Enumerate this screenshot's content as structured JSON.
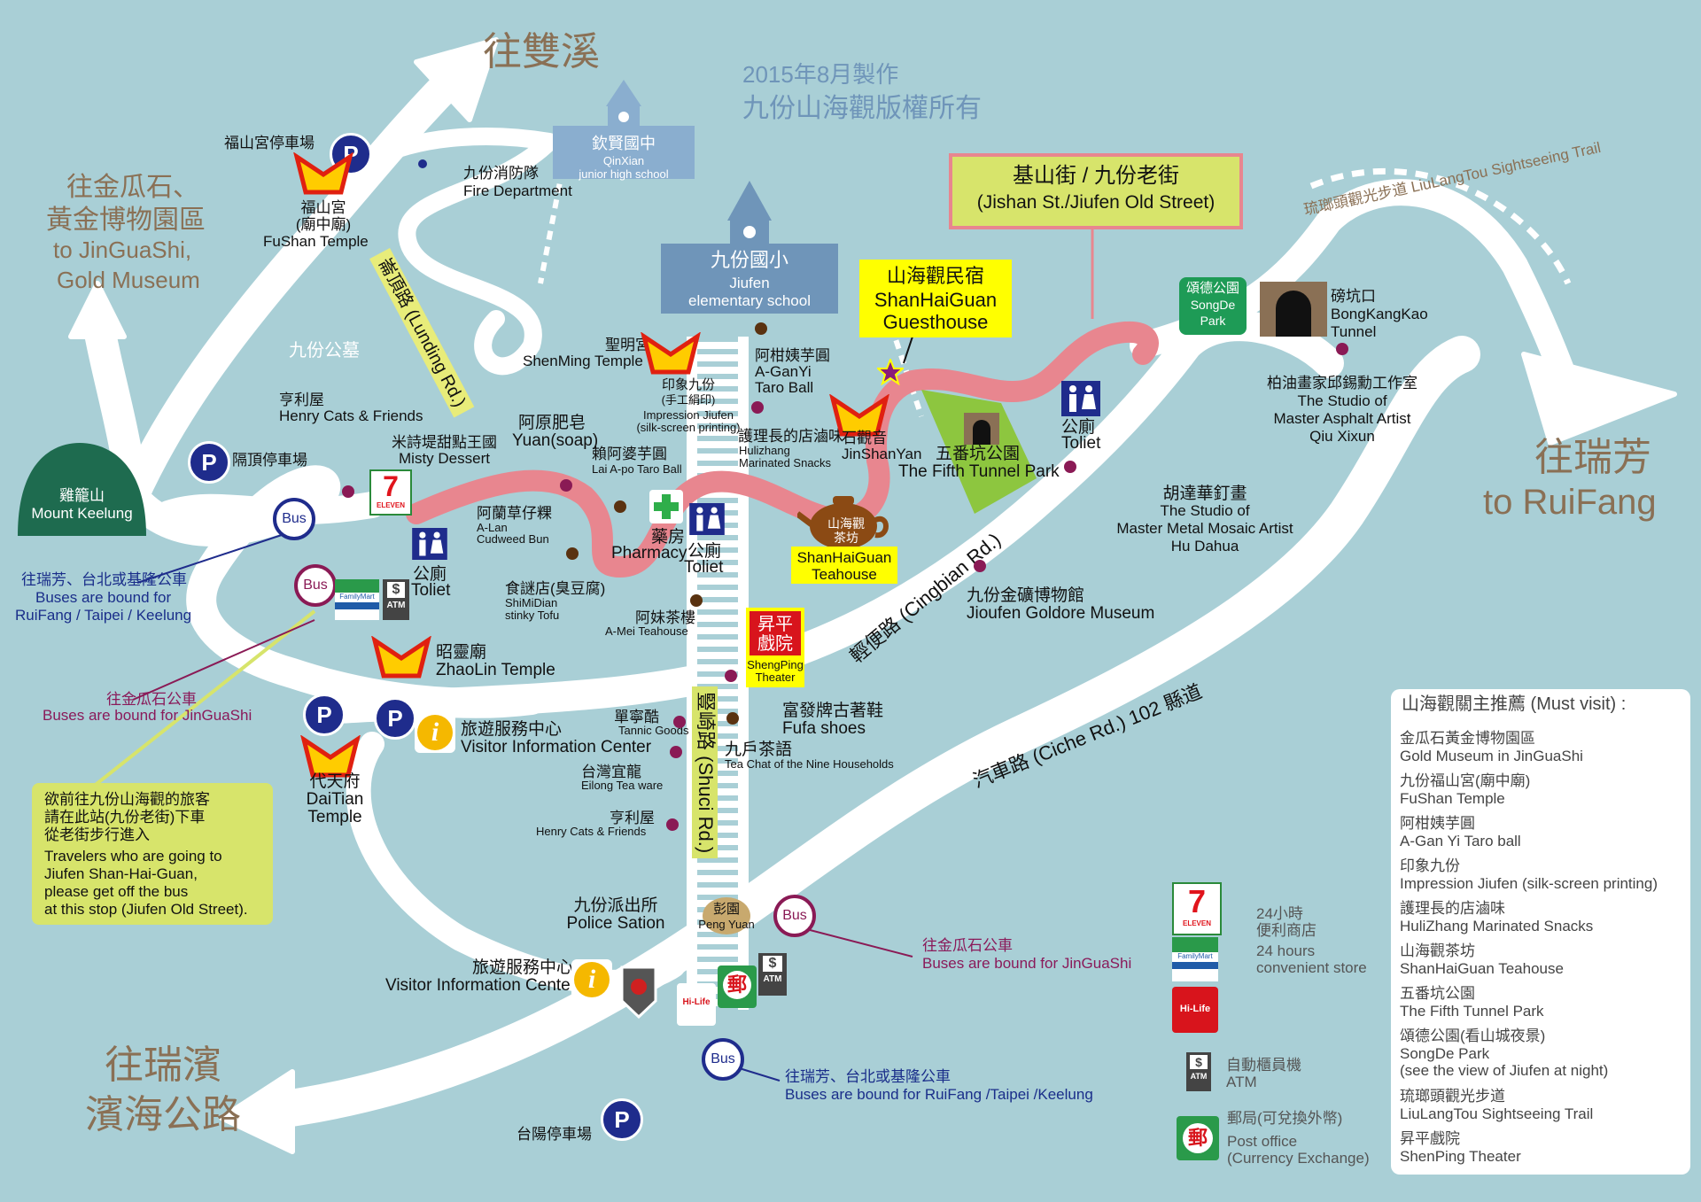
{
  "header": {
    "made_date": "2015年8月製作",
    "copyright": "九份山海觀版權所有"
  },
  "directions": {
    "shuangxi": "往雙溪",
    "jinguashi_zh1": "往金瓜石、",
    "jinguashi_zh2": "黃金博物園區",
    "jinguashi_en1": "to JinGuaShi,",
    "jinguashi_en2": "Gold Museum",
    "ruifang_zh": "往瑞芳",
    "ruifang_en": "to RuiFang",
    "ruibin_zh1": "往瑞濱",
    "ruibin_zh2": "濱海公路"
  },
  "roads": {
    "lunding": "崙頂路 (Lunding Rd.)",
    "shuci": "豎崎路 (Shuci Rd.)",
    "cingbian": "輕便路 (Cingbian Rd.)",
    "ciche": "汽車路 (Ciche Rd.) 102 縣道",
    "liulangtou": "琉瑯頭觀光步道 LiuLangTou Sightseeing Trail",
    "cemetery": "九份公墓"
  },
  "places": {
    "fushan_parking": "福山宮停車場",
    "fushan_temple_zh": "福山宮",
    "fushan_temple_zh2": "(廟中廟)",
    "fushan_temple_en": "FuShan Temple",
    "fire_zh": "九份消防隊",
    "fire_en": "Fire Department",
    "qinxian_zh": "欽賢國中",
    "qinxian_en1": "QinXian",
    "qinxian_en2": "junior high school",
    "jiufen_school_zh": "九份國小",
    "jiufen_school_en1": "Jiufen",
    "jiufen_school_en2": "elementary school",
    "jishan_zh": "基山街 / 九份老街",
    "jishan_en": "(Jishan St./Jiufen Old Street)",
    "guesthouse_zh": "山海觀民宿",
    "guesthouse_en1": "ShanHaiGuan",
    "guesthouse_en2": "Guesthouse",
    "songde_zh": "頌德公園",
    "songde_en1": "SongDe",
    "songde_en2": "Park",
    "bongkangkao_zh": "磅坑口",
    "bongkangkao_en1": "BongKangKao",
    "bongkangkao_en2": "Tunnel",
    "qiu_zh": "柏油畫家邱錫勳工作室",
    "qiu_en1": "The Studio of",
    "qiu_en2": "Master Asphalt Artist",
    "qiu_en3": "Qiu Xixun",
    "mount_keelung_zh": "雞籠山",
    "mount_keelung_en": "Mount Keelung",
    "henry_zh": "亨利屋",
    "henry_en": "Henry Cats & Friends",
    "yangding_parking": "隔頂停車場",
    "shenming_zh": "聖明宮",
    "shenming_en": "ShenMing Temple",
    "aganyi_zh": "阿柑姨芋圓",
    "aganyi_en1": "A-GanYi",
    "aganyi_en2": "Taro Ball",
    "impression_zh1": "印象九份",
    "impression_zh2": "(手工絹印)",
    "impression_en1": "Impression Jiufen",
    "impression_en2": "(silk-screen printing)",
    "yuan_zh": "阿原肥皂",
    "yuan_en": "Yuan(soap)",
    "misty_zh": "米詩堤甜點王國",
    "misty_en": "Misty Dessert",
    "laiapo_zh": "賴阿婆芋圓",
    "laiapo_en": "Lai A-po Taro Ball",
    "hulizhang_zh": "護理長的店滷味",
    "hulizhang_en1": "Hulizhang",
    "hulizhang_en2": "Marinated Snacks",
    "jinshanyan_zh": "石觀音",
    "jinshanyan_en": "JinShanYan",
    "fifth_tunnel_zh": "五番坑公園",
    "fifth_tunnel_en": "The Fifth Tunnel Park",
    "toilet_zh": "公廁",
    "toilet_en": "Toliet",
    "hu_zh": "胡達華釘畫",
    "hu_en1": "The Studio of",
    "hu_en2": "Master Metal Mosaic Artist",
    "hu_en3": "Hu Dahua",
    "alan_zh": "阿蘭草仔粿",
    "alan_en1": "A-Lan",
    "alan_en2": "Cudweed Bun",
    "pharmacy_zh": "藥房",
    "pharmacy_en": "Pharmacy",
    "teahouse_zh1": "山海觀",
    "teahouse_zh2": "茶坊",
    "teahouse_en1": "ShanHaiGuan",
    "teahouse_en2": "Teahouse",
    "gold_museum_zh": "九份金礦博物館",
    "gold_museum_en": "Jioufen Goldore Museum",
    "shimidian_zh": "食謎店(臭豆腐)",
    "shimidian_en1": "ShiMiDian",
    "shimidian_en2": "stinky Tofu",
    "amei_zh": "阿妹茶樓",
    "amei_en": "A-Mei Teahouse",
    "shengping_zh1": "昇平",
    "shengping_zh2": "戲院",
    "shengping_en1": "ShengPing",
    "shengping_en2": "Theater",
    "zhaolin_zh": "昭靈廟",
    "zhaolin_en": "ZhaoLin Temple",
    "fufa_zh": "富發牌古著鞋",
    "fufa_en": "Fufa shoes",
    "tannic_zh": "單寧酷",
    "tannic_en": "Tannic Goods",
    "visitor_zh": "旅遊服務中心",
    "visitor_en": "Visitor Information Center",
    "nine_zh": "九戶茶語",
    "nine_en": "Tea Chat of the Nine Households",
    "eilong_zh": "台灣宜龍",
    "eilong_en": "Eilong Tea ware",
    "henry2_zh": "亨利屋",
    "henry2_en": "Henry Cats & Friends",
    "daitian_zh": "代天府",
    "daitian_en1": "DaiTian",
    "daitian_en2": "Temple",
    "police_zh": "九份派出所",
    "police_en": "Police Sation",
    "pengyuan_zh": "彭園",
    "pengyuan_en": "Peng Yuan",
    "visitor2_zh": "旅遊服務中心",
    "visitor2_en": "Visitor Information Center",
    "taiyang_parking": "台陽停車場"
  },
  "bus_stops": {
    "bus_label": "Bus",
    "ruifang1_zh": "往瑞芳、台北或基隆公車",
    "ruifang1_en1": "Buses are bound for",
    "ruifang1_en2": "RuiFang / Taipei / Keelung",
    "jinguashi1_zh": "往金瓜石公車",
    "jinguashi1_en": "Buses are bound for JinGuaShi",
    "jinguashi2_zh": "往金瓜石公車",
    "jinguashi2_en": "Buses are bound for JinGuaShi",
    "ruifang2_zh": "往瑞芳、台北或基隆公車",
    "ruifang2_en": "Buses are bound for RuiFang /Taipei /Keelung"
  },
  "notice": {
    "zh1": "欲前往九份山海觀的旅客",
    "zh2": "請在此站(九份老街)下車",
    "zh3": "從老街步行進入",
    "en1": "Travelers who are going to",
    "en2": "Jiufen Shan-Hai-Guan,",
    "en3": "please get off the bus",
    "en4": "at this stop (Jiufen Old Street)."
  },
  "signs": {
    "parking": "P",
    "seven_eleven": "7",
    "seven_eleven_text": "ELEVEN",
    "familymart": "FamilyMart",
    "atm": "ATM",
    "atm_symbol": "$",
    "hilife": "Hi-Life",
    "post_symbol": "郵"
  },
  "key": {
    "store_zh1": "24小時",
    "store_zh2": "便利商店",
    "store_en1": "24 hours",
    "store_en2": "convenient store",
    "atm_zh": "自動櫃員機",
    "atm_en": "ATM",
    "post_zh": "郵局(可兌換外幣)",
    "post_en1": "Post office",
    "post_en2": "(Currency Exchange)"
  },
  "must_visit": {
    "title": "山海觀關主推薦 (Must visit) :",
    "items": [
      {
        "zh": "金瓜石黃金博物園區",
        "en": "Gold Museum in JinGuaShi"
      },
      {
        "zh": "九份福山宮(廟中廟)",
        "en": "FuShan Temple"
      },
      {
        "zh": "阿柑姨芋圓",
        "en": "A-Gan Yi Taro ball"
      },
      {
        "zh": "印象九份",
        "en": "Impression Jiufen (silk-screen printing)"
      },
      {
        "zh": "護理長的店滷味",
        "en": "HuliZhang Marinated Snacks"
      },
      {
        "zh": "山海觀茶坊",
        "en": "ShanHaiGuan Teahouse"
      },
      {
        "zh": "五番坑公園",
        "en": "The Fifth Tunnel Park"
      },
      {
        "zh": "頌德公園(看山城夜景)",
        "en": "SongDe Park",
        "en2": "(see the view of Jiufen at night)"
      },
      {
        "zh": "琉瑯頭觀光步道",
        "en": "LiuLangTou Sightseeing Trail"
      },
      {
        "zh": "昇平戲院",
        "en": "ShenPing Theater"
      }
    ]
  },
  "colors": {
    "background": "#a9cfd6",
    "road": "#ffffff",
    "old_street": "#e8868f",
    "brown_text": "#8a7055",
    "blue_text": "#6f95b9",
    "bus_navy": "#1f2c8c",
    "bus_plum": "#8a1a55",
    "park_green": "#8dc63f",
    "label_yellow": "#ffff00",
    "notice_yellow": "#d7e46b"
  }
}
